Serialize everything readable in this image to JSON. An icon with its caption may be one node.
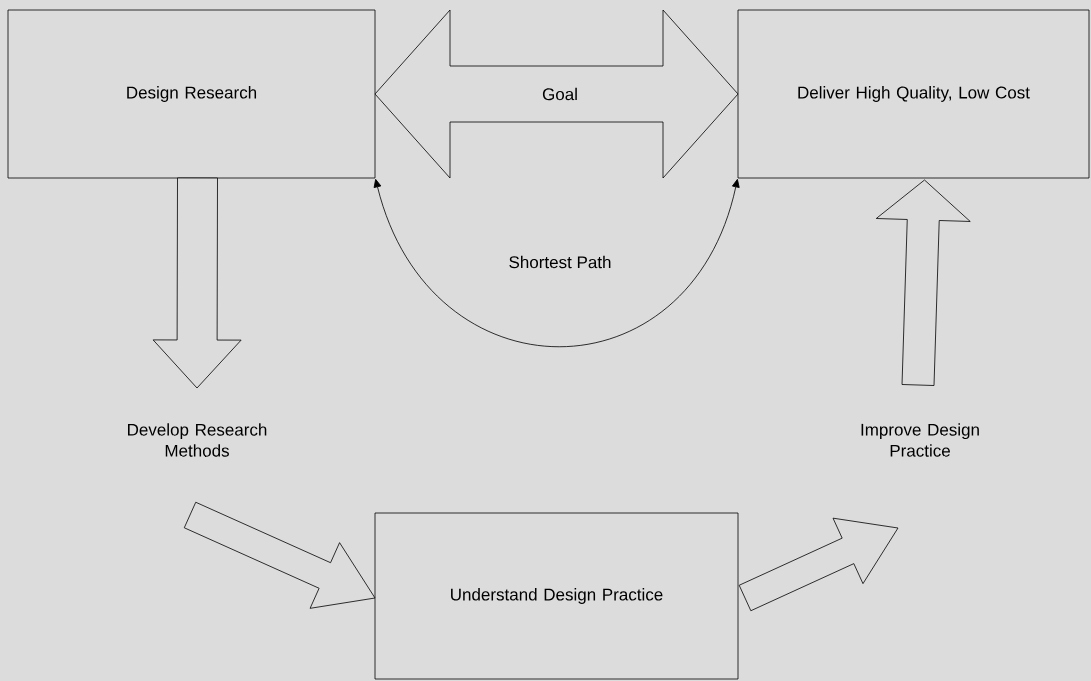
{
  "diagram": {
    "nodes": [
      {
        "text": [
          "Design Research"
        ]
      },
      {
        "text": [
          "Deliver High Quality, Low Cost"
        ]
      },
      {
        "text": [
          "Develop Research Methods"
        ]
      },
      {
        "text": [
          "Improve Design Practice"
        ]
      },
      {
        "text": [
          "Understand Design Practice"
        ]
      }
    ],
    "edges": [
      {
        "from": 0,
        "to": 1,
        "arrow": "both",
        "label": "Goal"
      },
      {
        "from": 0,
        "to": 1,
        "arrow": "both",
        "label": "Shortest Path"
      },
      {
        "from": 0,
        "to": 2,
        "arrow": "to"
      },
      {
        "from": 2,
        "to": 4,
        "arrow": "to"
      },
      {
        "from": 4,
        "to": 3,
        "arrow": "to"
      },
      {
        "from": 3,
        "to": 1,
        "arrow": "to"
      }
    ]
  }
}
